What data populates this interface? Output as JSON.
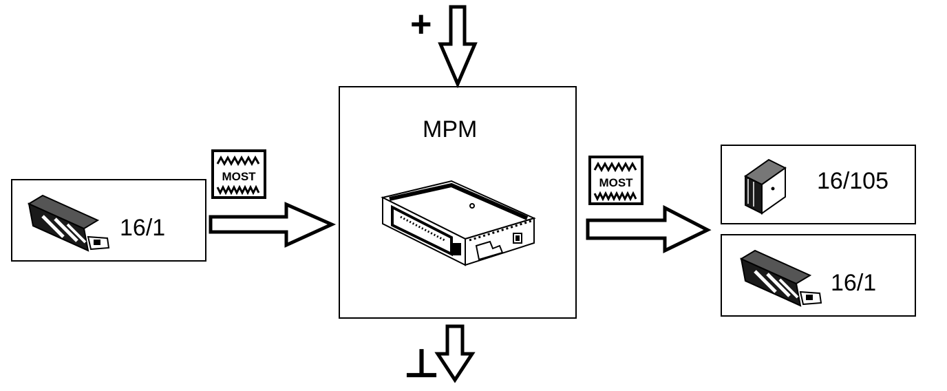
{
  "diagram": {
    "center_module": {
      "label": "MPM",
      "icon": "radio-receiver-icon"
    },
    "power_supply_symbol": "+",
    "ground_symbol": "⊥",
    "bus_badge_text": "MOST",
    "input_node": {
      "label": "16/1",
      "icon": "diagnostic-connector-icon"
    },
    "output_nodes": [
      {
        "label": "16/105",
        "icon": "connector-plug-icon"
      },
      {
        "label": "16/1",
        "icon": "diagnostic-connector-icon"
      }
    ]
  }
}
